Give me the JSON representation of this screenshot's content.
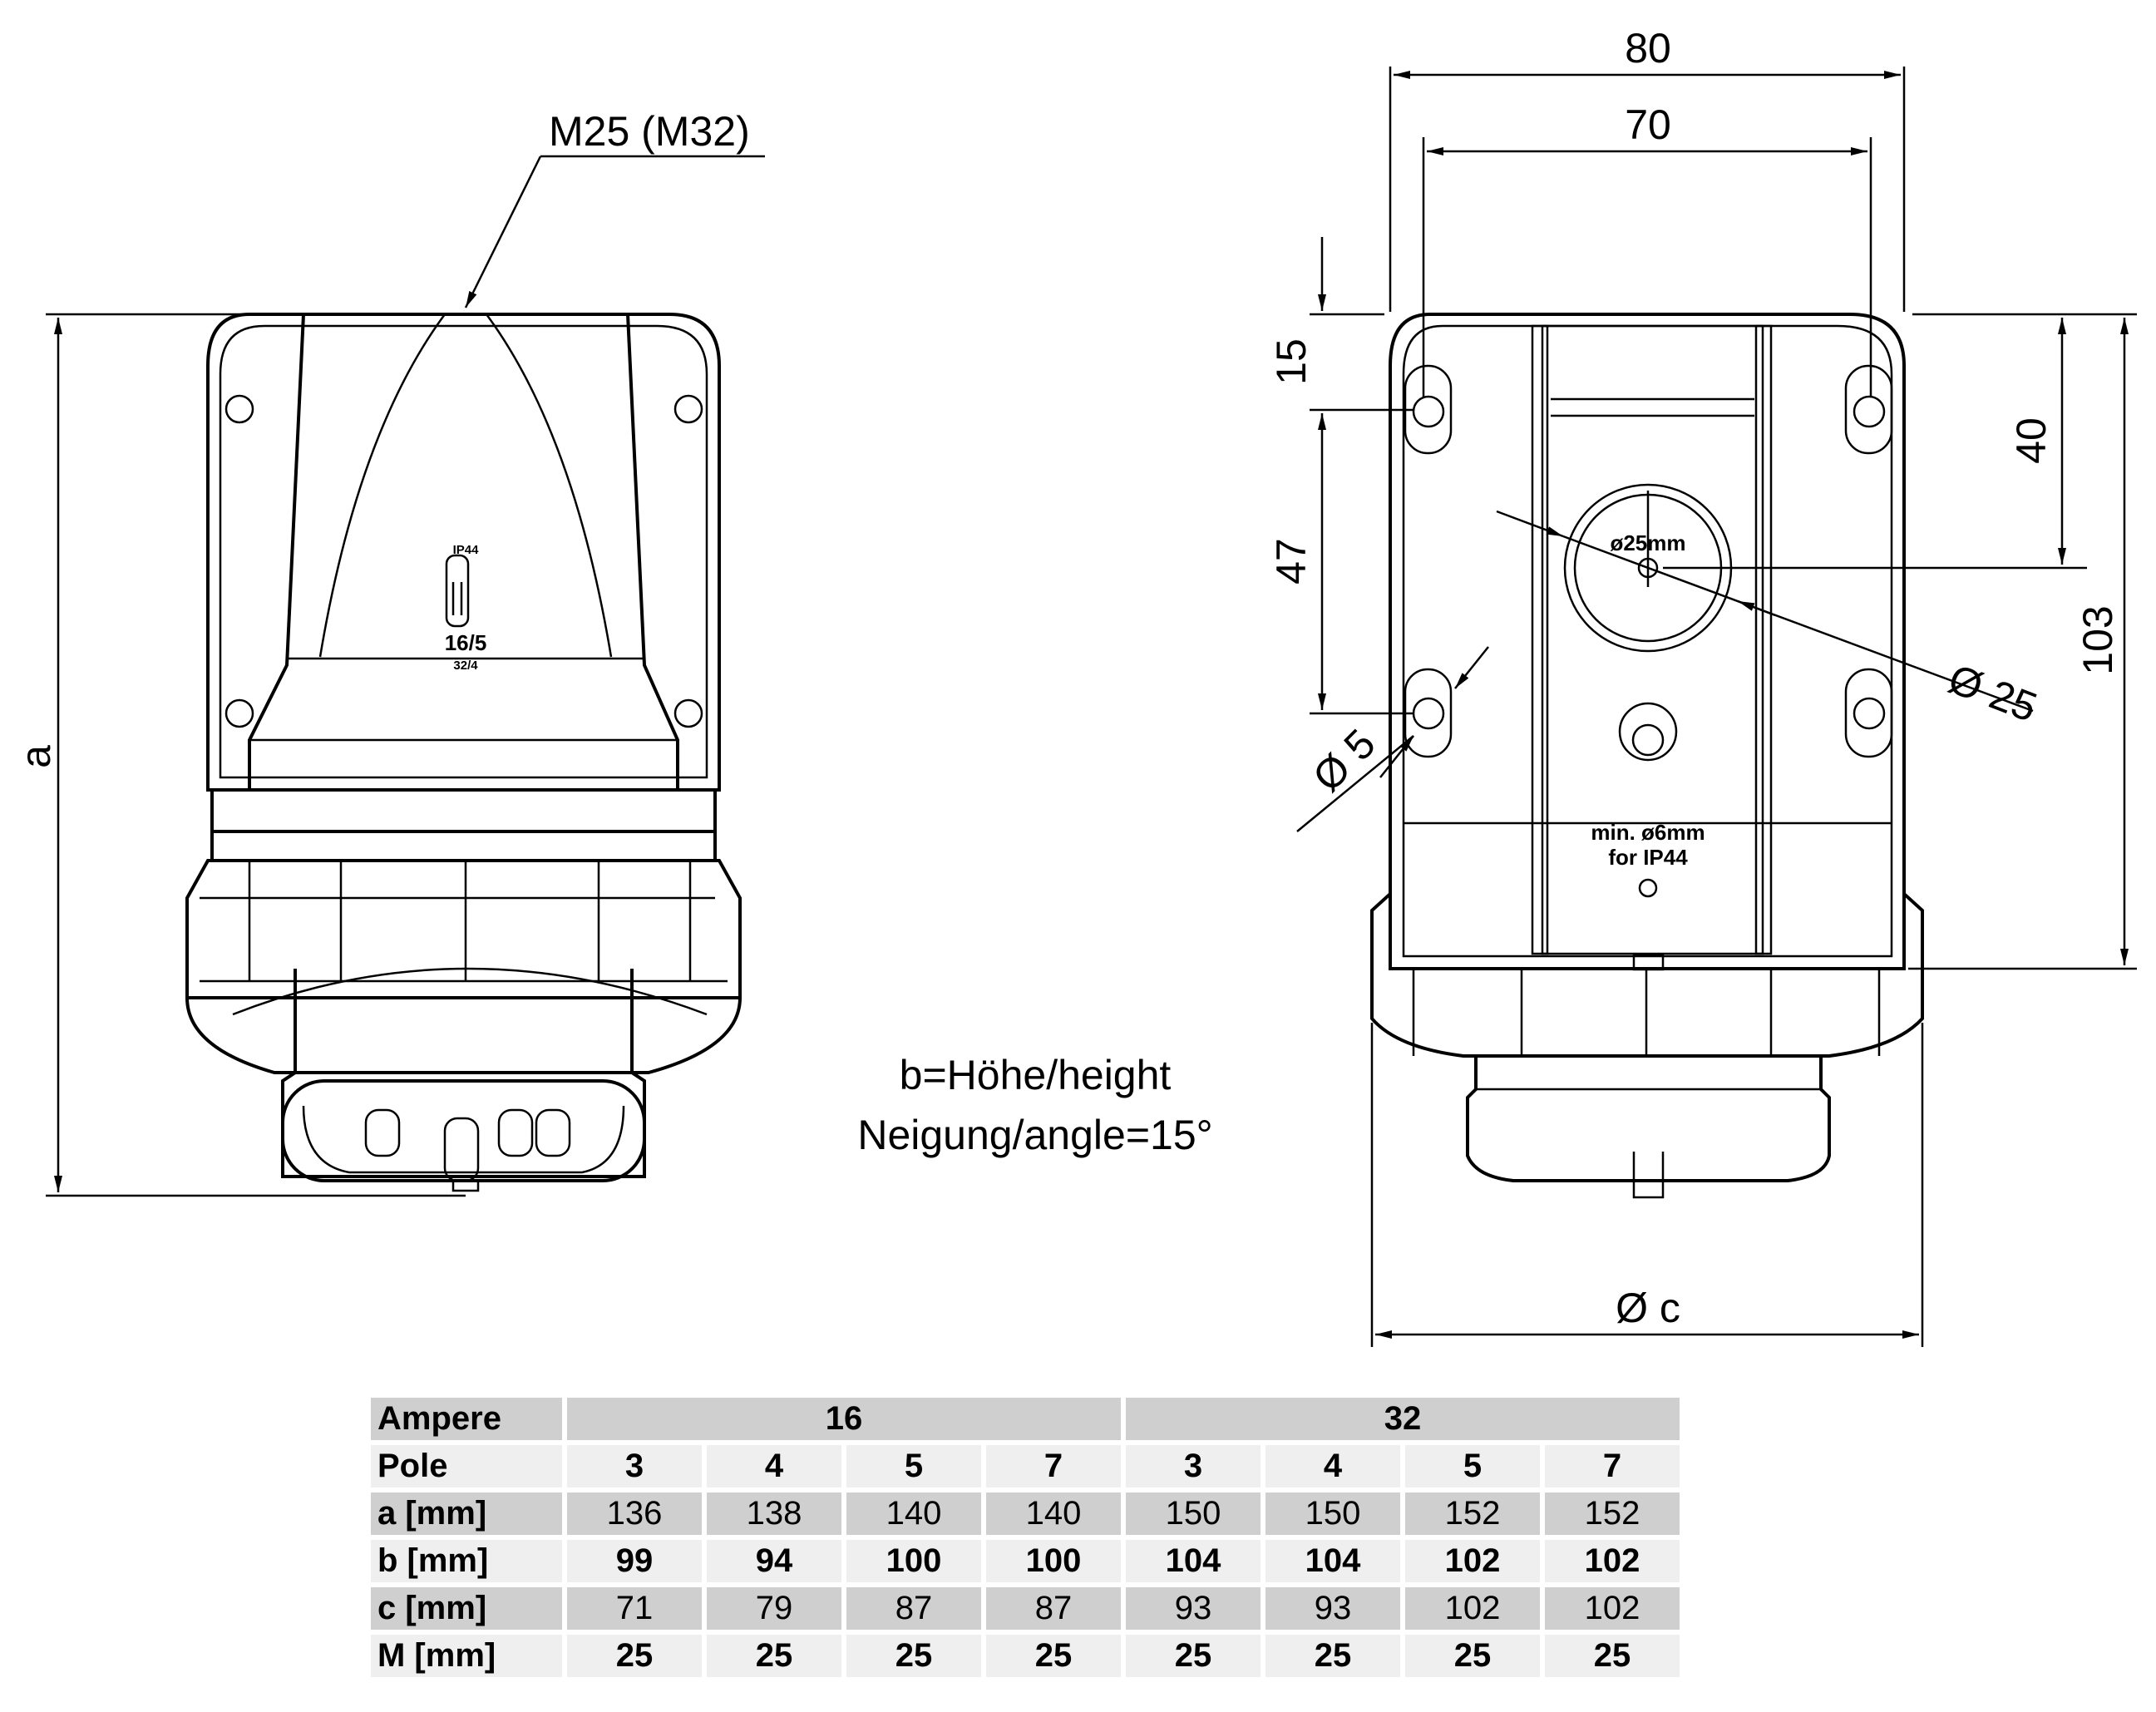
{
  "left_view": {
    "thread_label": "M25 (M32)",
    "height_label": "a",
    "rating_mark": "16/5",
    "rating_mark_small": "32/4",
    "ip_mark": "IP44"
  },
  "right_view": {
    "width_outer": "80",
    "width_inner": "70",
    "dim_15": "15",
    "dim_47": "47",
    "dim_40": "40",
    "dim_103": "103",
    "hole_dia": "Ø 5",
    "center_dia": "Ø 25",
    "diameter_c": "Ø c",
    "center_mark": "ø25mm",
    "seal_note_1": "min. ø6mm",
    "seal_note_2": "for IP44"
  },
  "notes": {
    "line1": "b=Höhe/height",
    "line2": "Neigung/angle=15°"
  },
  "table": {
    "ampere_label": "Ampere",
    "ampere_16": "16",
    "ampere_32": "32",
    "pole_label": "Pole",
    "poles": [
      "3",
      "4",
      "5",
      "7",
      "3",
      "4",
      "5",
      "7"
    ],
    "a_label": "a [mm]",
    "a": [
      "136",
      "138",
      "140",
      "140",
      "150",
      "150",
      "152",
      "152"
    ],
    "b_label": "b [mm]",
    "b": [
      "99",
      "94",
      "100",
      "100",
      "104",
      "104",
      "102",
      "102"
    ],
    "c_label": "c [mm]",
    "c": [
      "71",
      "79",
      "87",
      "87",
      "93",
      "93",
      "102",
      "102"
    ],
    "m_label": "M [mm]",
    "m": [
      "25",
      "25",
      "25",
      "25",
      "25",
      "25",
      "25",
      "25"
    ]
  }
}
